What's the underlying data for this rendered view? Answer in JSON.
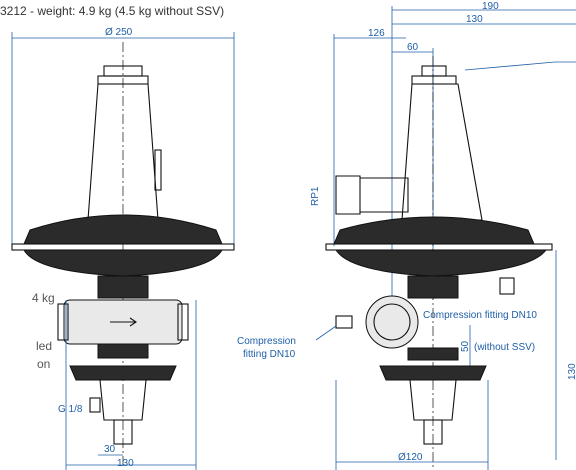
{
  "title": "3212 - weight: 4.9 kg (4.5 kg without SSV)",
  "left_view": {
    "diameter_label": "Ø 250",
    "thread_label": "G 1/8",
    "dim_30": "30",
    "dim_130": "130"
  },
  "right_view": {
    "dim_190": "190",
    "dim_130": "130",
    "dim_126": "126",
    "dim_60": "60",
    "rp_label": "RP1",
    "compression_right": "Compression fitting DN10",
    "compression_left_line1": "Compression",
    "compression_left_line2": "fitting DN10",
    "dim_50": "50",
    "without_ssv": "(without SSV)",
    "dim_130_vertical": "130",
    "diameter_label": "Ø120"
  },
  "side_text": {
    "line1": "4 kg",
    "line2": "led",
    "line3": "on"
  },
  "colors": {
    "dimension": "#1f5fa8",
    "outline": "#111111",
    "body_fill": "#2b2b2b"
  }
}
